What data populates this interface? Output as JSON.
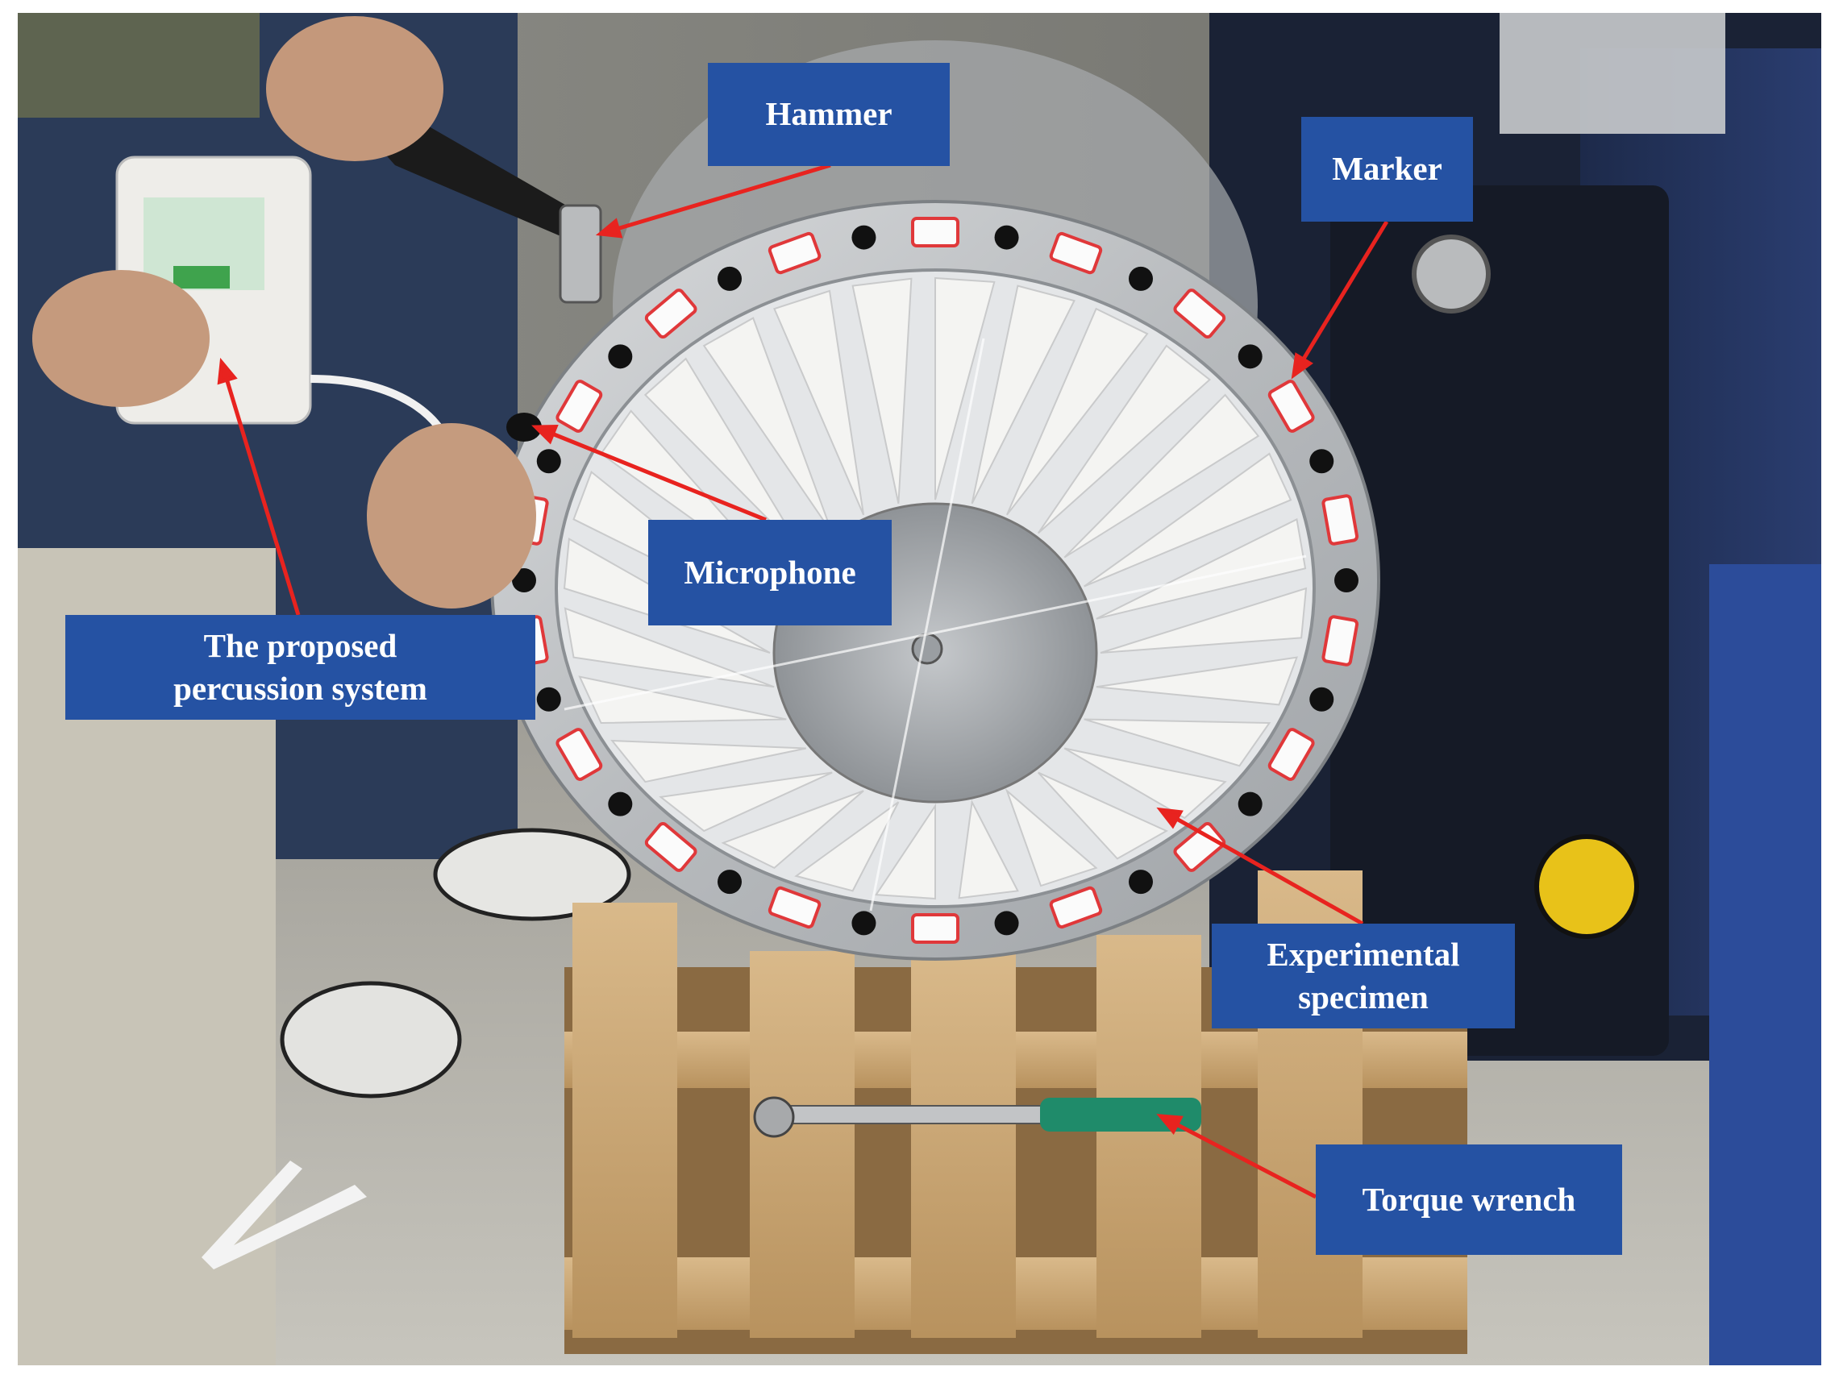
{
  "labels": {
    "hammer": "Hammer",
    "marker": "Marker",
    "microphone": "Microphone",
    "proposed_system": "The proposed\npercussion system",
    "experimental_specimen": "Experimental\nspecimen",
    "torque_wrench": "Torque wrench"
  },
  "colors": {
    "label_bg": "#2552a3",
    "label_text": "#ffffff",
    "arrow": "#e8231f"
  }
}
